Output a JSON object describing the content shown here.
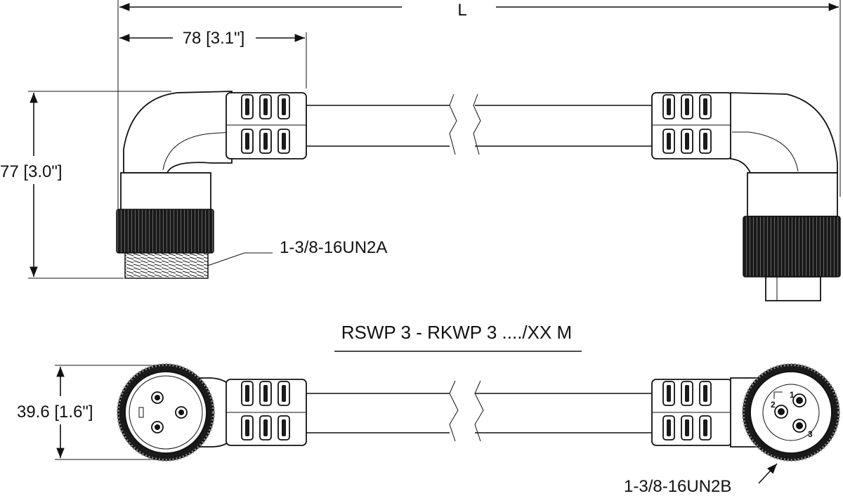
{
  "dimensions": {
    "length_label": "L",
    "bend_length": "78 [3.1\"]",
    "height": "77 [3.0\"]",
    "diameter": "39.6 [1.6\"]"
  },
  "threads": {
    "male": "1-3/8-16UN2A",
    "female": "1-3/8-16UN2B"
  },
  "part_number": "RSWP 3 - RKWP 3 ..../XX M",
  "pin_labels": [
    "1",
    "2",
    "3"
  ],
  "colors": {
    "line": "#111111",
    "background": "#ffffff"
  }
}
